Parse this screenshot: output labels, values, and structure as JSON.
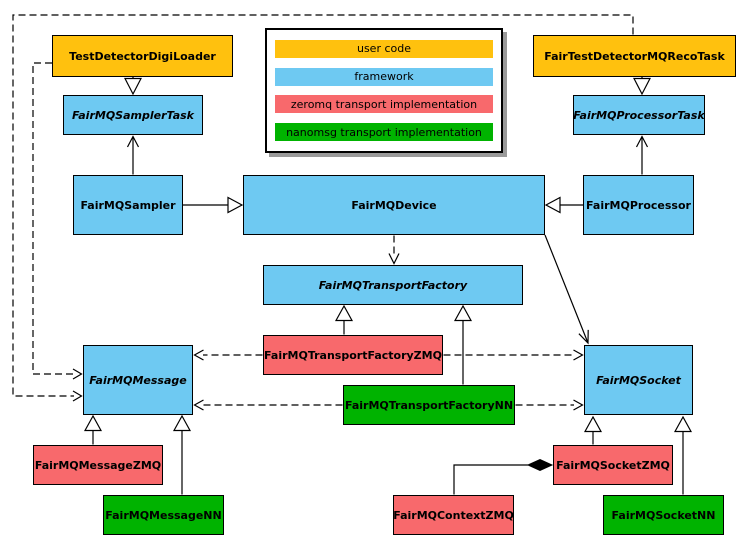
{
  "palette": {
    "user_code": "#FFC10E",
    "framework": "#6EC9F2",
    "zeromq": "#F8696C",
    "nanomsg": "#00B300",
    "border": "#000000"
  },
  "legend": {
    "items": [
      {
        "label": "user code",
        "color": "#FFC10E"
      },
      {
        "label": "framework",
        "color": "#6EC9F2"
      },
      {
        "label": "zeromq transport implementation",
        "color": "#F8696C"
      },
      {
        "label": "nanomsg transport implementation",
        "color": "#00B300"
      }
    ]
  },
  "nodes": {
    "test_detector_digi_loader": {
      "label": "TestDetectorDigiLoader",
      "category": "user code",
      "abstract": false
    },
    "fair_test_detector_mq_reco_task": {
      "label": "FairTestDetectorMQRecoTask",
      "category": "user code",
      "abstract": false
    },
    "fair_mq_sampler_task": {
      "label": "FairMQSamplerTask",
      "category": "framework",
      "abstract": true
    },
    "fair_mq_processor_task": {
      "label": "FairMQProcessorTask",
      "category": "framework",
      "abstract": true
    },
    "fair_mq_sampler": {
      "label": "FairMQSampler",
      "category": "framework",
      "abstract": false
    },
    "fair_mq_device": {
      "label": "FairMQDevice",
      "category": "framework",
      "abstract": false
    },
    "fair_mq_processor": {
      "label": "FairMQProcessor",
      "category": "framework",
      "abstract": false
    },
    "fair_mq_transport_factory": {
      "label": "FairMQTransportFactory",
      "category": "framework",
      "abstract": true
    },
    "fair_mq_transport_factory_zmq": {
      "label": "FairMQTransportFactoryZMQ",
      "category": "zeromq",
      "abstract": false
    },
    "fair_mq_transport_factory_nn": {
      "label": "FairMQTransportFactoryNN",
      "category": "nanomsg",
      "abstract": false
    },
    "fair_mq_message": {
      "label": "FairMQMessage",
      "category": "framework",
      "abstract": true
    },
    "fair_mq_socket": {
      "label": "FairMQSocket",
      "category": "framework",
      "abstract": true
    },
    "fair_mq_message_zmq": {
      "label": "FairMQMessageZMQ",
      "category": "zeromq",
      "abstract": false
    },
    "fair_mq_message_nn": {
      "label": "FairMQMessageNN",
      "category": "nanomsg",
      "abstract": false
    },
    "fair_mq_socket_zmq": {
      "label": "FairMQSocketZMQ",
      "category": "zeromq",
      "abstract": false
    },
    "fair_mq_socket_nn": {
      "label": "FairMQSocketNN",
      "category": "nanomsg",
      "abstract": false
    },
    "fair_mq_context_zmq": {
      "label": "FairMQContextZMQ",
      "category": "zeromq",
      "abstract": false
    }
  },
  "edges": [
    {
      "from": "TestDetectorDigiLoader",
      "to": "FairMQSamplerTask",
      "type": "inheritance"
    },
    {
      "from": "FairTestDetectorMQRecoTask",
      "to": "FairMQProcessorTask",
      "type": "inheritance"
    },
    {
      "from": "FairMQSampler",
      "to": "FairMQSamplerTask",
      "type": "association"
    },
    {
      "from": "FairMQProcessor",
      "to": "FairMQProcessorTask",
      "type": "association"
    },
    {
      "from": "FairMQSampler",
      "to": "FairMQDevice",
      "type": "inheritance"
    },
    {
      "from": "FairMQProcessor",
      "to": "FairMQDevice",
      "type": "inheritance"
    },
    {
      "from": "FairMQDevice",
      "to": "FairMQTransportFactory",
      "type": "dependency"
    },
    {
      "from": "FairMQDevice",
      "to": "FairMQSocket",
      "type": "association"
    },
    {
      "from": "FairMQTransportFactoryZMQ",
      "to": "FairMQTransportFactory",
      "type": "inheritance"
    },
    {
      "from": "FairMQTransportFactoryNN",
      "to": "FairMQTransportFactory",
      "type": "inheritance"
    },
    {
      "from": "FairMQTransportFactoryZMQ",
      "to": "FairMQMessage",
      "type": "dependency"
    },
    {
      "from": "FairMQTransportFactoryZMQ",
      "to": "FairMQSocket",
      "type": "dependency"
    },
    {
      "from": "FairMQTransportFactoryNN",
      "to": "FairMQMessage",
      "type": "dependency"
    },
    {
      "from": "FairMQTransportFactoryNN",
      "to": "FairMQSocket",
      "type": "dependency"
    },
    {
      "from": "FairMQMessageZMQ",
      "to": "FairMQMessage",
      "type": "inheritance"
    },
    {
      "from": "FairMQMessageNN",
      "to": "FairMQMessage",
      "type": "inheritance"
    },
    {
      "from": "FairMQSocketZMQ",
      "to": "FairMQSocket",
      "type": "inheritance"
    },
    {
      "from": "FairMQSocketNN",
      "to": "FairMQSocket",
      "type": "inheritance"
    },
    {
      "from": "FairMQContextZMQ",
      "to": "FairMQSocketZMQ",
      "type": "composition"
    },
    {
      "from": "TestDetectorDigiLoader",
      "to": "FairMQMessage",
      "type": "dependency"
    },
    {
      "from": "FairTestDetectorMQRecoTask",
      "to": "FairMQMessage",
      "type": "dependency"
    }
  ]
}
